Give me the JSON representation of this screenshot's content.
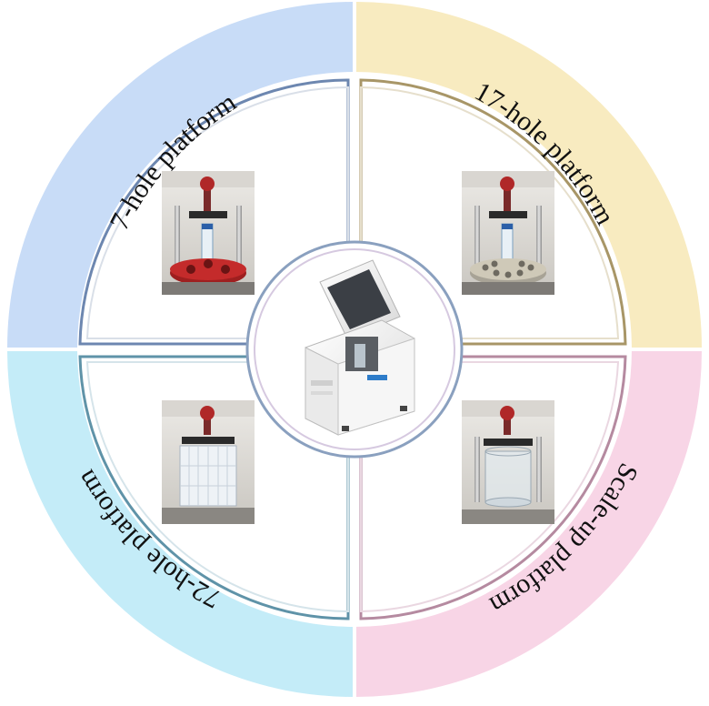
{
  "quadrants": [
    {
      "id": "top-left",
      "label": "7-hole platform",
      "color": "#c8dcf7",
      "photo": "7-hole-platform-photo"
    },
    {
      "id": "top-right",
      "label": "17-hole platform",
      "color": "#f8ebc0",
      "photo": "17-hole-platform-photo"
    },
    {
      "id": "bottom-left",
      "label": "72-hole platform",
      "color": "#c4ecf8",
      "photo": "72-hole-platform-photo"
    },
    {
      "id": "bottom-right",
      "label": "Scale-up platform",
      "color": "#f8d5e6",
      "photo": "scale-up-platform-photo"
    }
  ],
  "center": {
    "photo": "instrument-photo"
  }
}
